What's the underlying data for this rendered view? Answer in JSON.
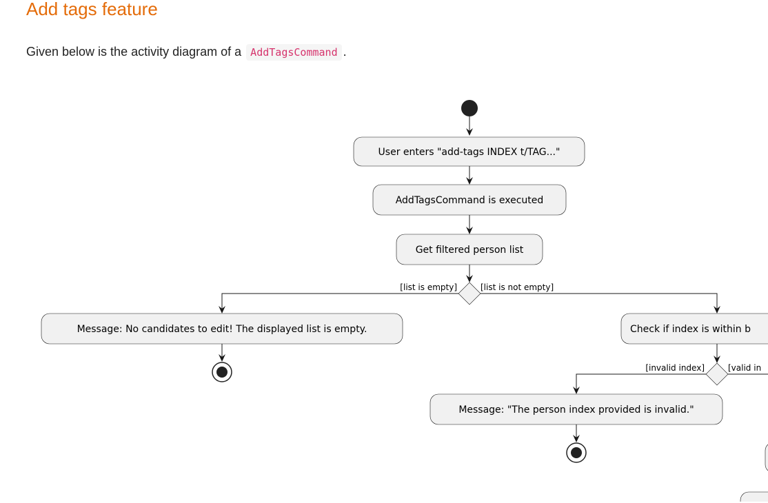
{
  "section": {
    "title": "Add tags feature",
    "intro_prefix": "Given below is the activity diagram of a",
    "intro_code": "AddTagsCommand",
    "intro_suffix": "."
  },
  "diagram": {
    "actions": {
      "user_enters": "User enters \"add-tags INDEX t/TAG...\"",
      "command_executed": "AddTagsCommand is executed",
      "get_filtered_list": "Get filtered person list",
      "message_empty": "Message: No candidates to edit! The displayed list is empty.",
      "check_index": "Check if index is within b",
      "message_invalid": "Message: \"The person index provided is invalid.\""
    },
    "guards": {
      "list_empty": "[list is empty]",
      "list_not_empty": "[list is not empty]",
      "invalid_index": "[invalid index]",
      "valid_index": "[valid in"
    }
  }
}
